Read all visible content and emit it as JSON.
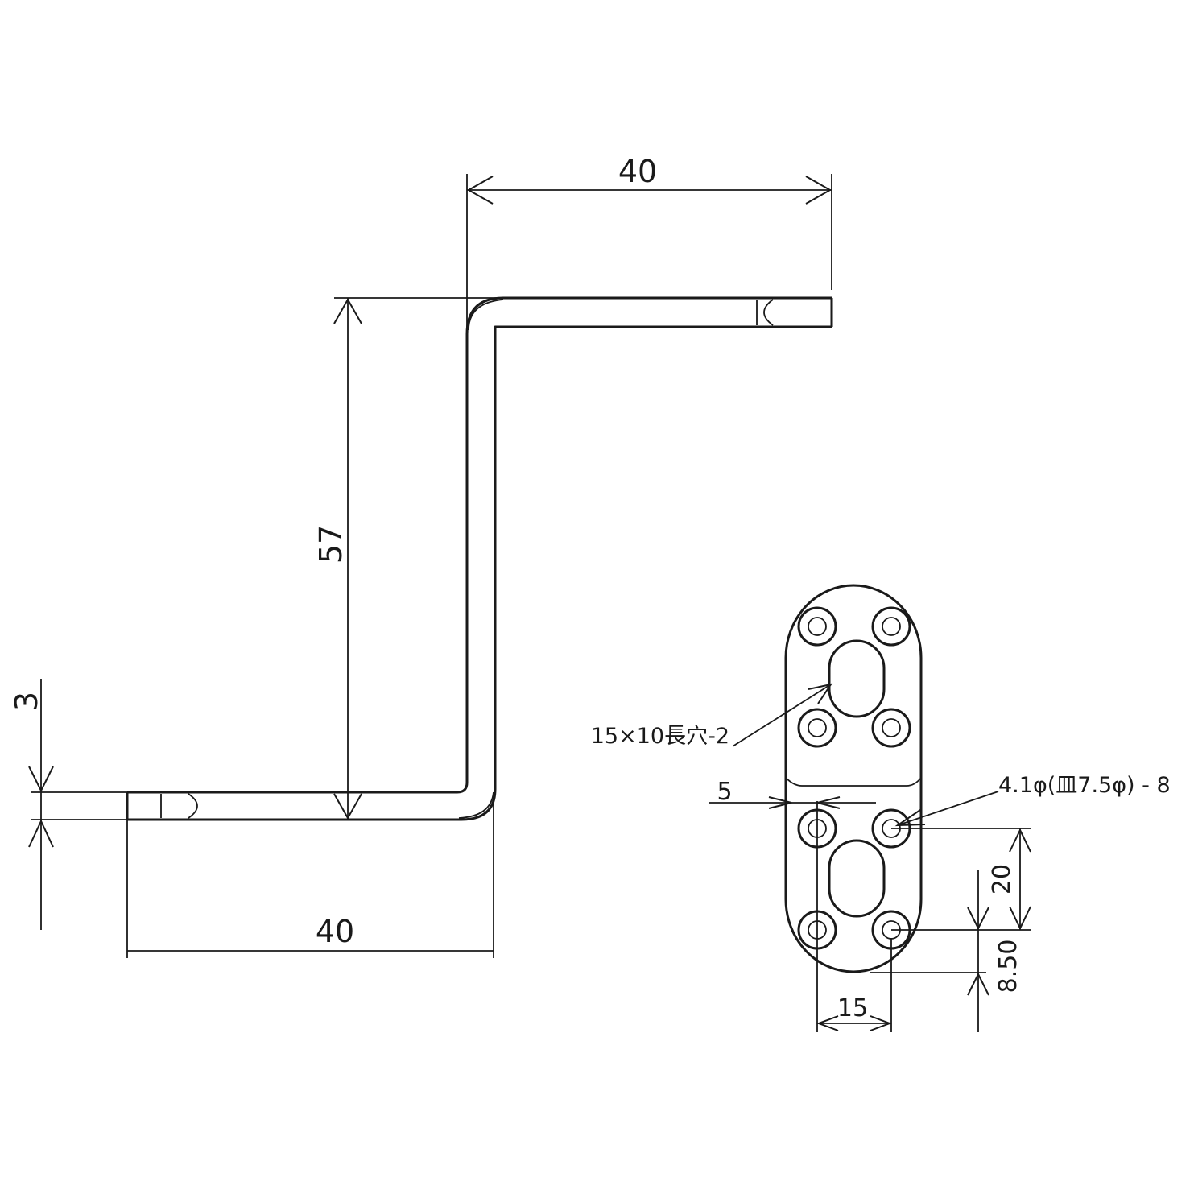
{
  "side_view": {
    "dim_top_width": "40",
    "dim_height": "57",
    "dim_thickness": "3",
    "dim_bottom_width": "40"
  },
  "plate_view": {
    "slot_note": "15×10長穴-2",
    "hole_note": "4.1φ(皿7.5φ) - 8",
    "dim_edge_offset": "5",
    "dim_hole_pitch_v": "20",
    "dim_bottom_offset": "8.50",
    "dim_hole_pitch_h": "15"
  }
}
